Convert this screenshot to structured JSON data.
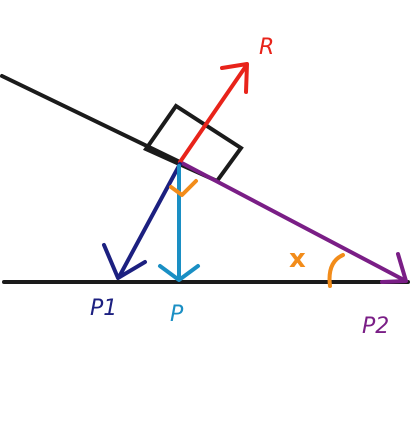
{
  "labels": {
    "r": "R",
    "p": "P",
    "p1": "P1",
    "p2": "P2",
    "angle": "x"
  },
  "colors": {
    "incline": "#1b1b1b",
    "ground": "#1b1b1b",
    "block": "#1b1b1b",
    "r_force": "#e8231a",
    "p_force": "#1a8fc4",
    "p1_force": "#1c2080",
    "p2_force": "#7a1e86",
    "angle_marker": "#f28c1a"
  }
}
